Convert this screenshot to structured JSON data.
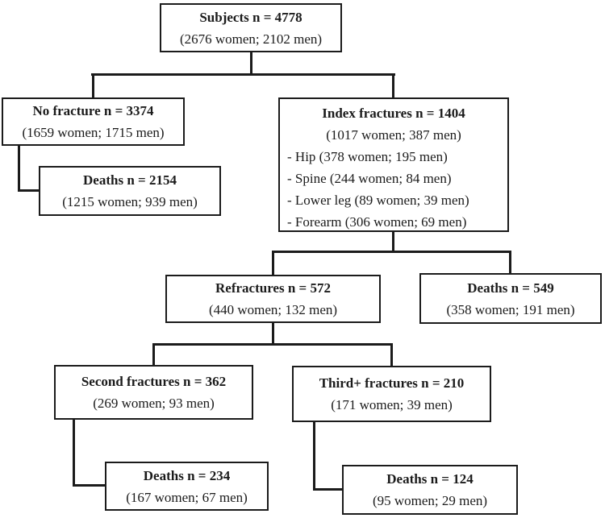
{
  "figure": {
    "background_color": "#ffffff",
    "line_color": "#1b1b1b",
    "type": "flowchart"
  },
  "nodes": {
    "subjects": {
      "title": "Subjects n = 4778",
      "subtitle": "(2676 women; 2102 men)"
    },
    "no_fracture": {
      "title": "No fracture n = 3374",
      "subtitle": "(1659 women; 1715 men)"
    },
    "deaths_no_fracture": {
      "title": "Deaths n = 2154",
      "subtitle": "(1215 women; 939 men)"
    },
    "index_fractures": {
      "title": "Index fractures n = 1404",
      "subtitle": "(1017 women; 387 men)",
      "items": [
        "- Hip (378 women; 195 men)",
        "- Spine (244 women; 84 men)",
        "- Lower leg (89 women; 39 men)",
        "- Forearm (306 women; 69 men)"
      ]
    },
    "refractures": {
      "title": "Refractures n = 572",
      "subtitle": "(440 women; 132 men)"
    },
    "deaths_index": {
      "title": "Deaths n = 549",
      "subtitle": "(358 women; 191 men)"
    },
    "second_fractures": {
      "title": "Second fractures n = 362",
      "subtitle": "(269 women; 93 men)"
    },
    "third_fractures": {
      "title": "Third+ fractures n = 210",
      "subtitle": "(171 women; 39 men)"
    },
    "deaths_second": {
      "title": "Deaths n = 234",
      "subtitle": "(167 women; 67 men)"
    },
    "deaths_third": {
      "title": "Deaths n = 124",
      "subtitle": "(95 women; 29 men)"
    }
  }
}
